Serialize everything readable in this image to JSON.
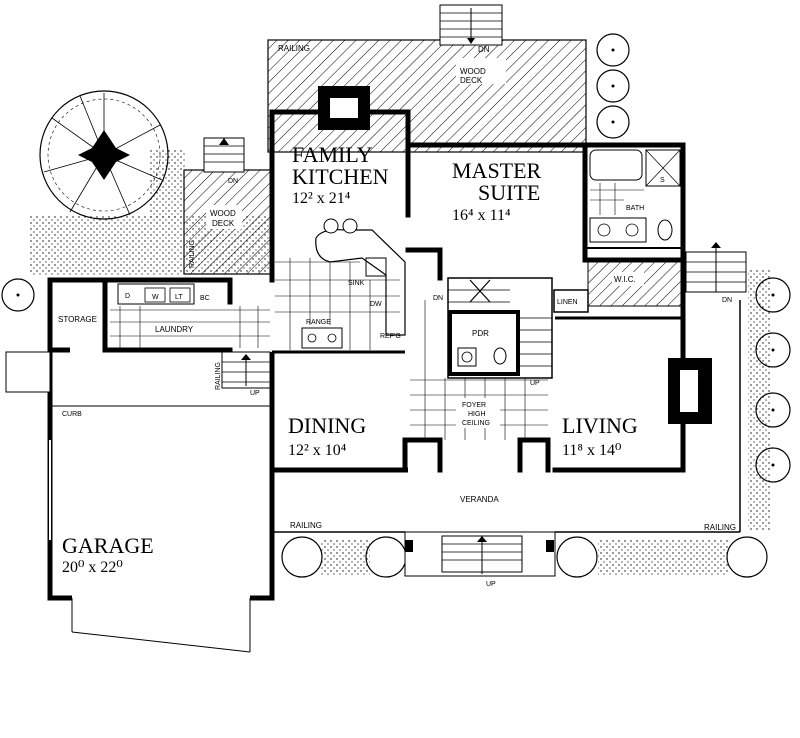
{
  "rooms": {
    "family_kitchen": {
      "line1": "FAMILY",
      "line2": "KITCHEN",
      "dim": "12² x 21⁴"
    },
    "master_suite": {
      "line1": "MASTER",
      "line2": "SUITE",
      "dim": "16⁴ x 11⁴"
    },
    "dining": {
      "name": "DINING",
      "dim": "12² x 10⁴"
    },
    "living": {
      "name": "LIVING",
      "dim": "11⁸ x 14⁰"
    },
    "garage": {
      "name": "GARAGE",
      "dim": "20⁰ x 22⁰"
    }
  },
  "labels": {
    "railing_top": "RAILING",
    "dn_top": "DN",
    "wood_deck_main": [
      "WOOD",
      "DECK"
    ],
    "wood_deck_small": [
      "WOOD",
      "DECK"
    ],
    "dn_small_deck": "DN",
    "railing_left": "RAILING",
    "storage": "STORAGE",
    "laundry": "LAUNDRY",
    "d": "D",
    "w": "W",
    "lt": "LT",
    "bc": "BC",
    "sink": "SINK",
    "dw": "DW",
    "range": "RANGE",
    "refg": "REF'G",
    "railing_garage": "RAILING",
    "up_garage": "UP",
    "curb": "CURB",
    "dn_stair": "DN",
    "pdr": "PDR",
    "up_stair": "UP",
    "foyer": [
      "FOYER",
      "HIGH",
      "CEILING"
    ],
    "bath": "BATH",
    "s": "S",
    "wic": "W.I.C.",
    "linen": "LINEN",
    "dn_right": "DN",
    "veranda": "VERANDA",
    "railing_front_left": "RAILING",
    "railing_front_right": "RAILING",
    "up_front": "UP"
  }
}
